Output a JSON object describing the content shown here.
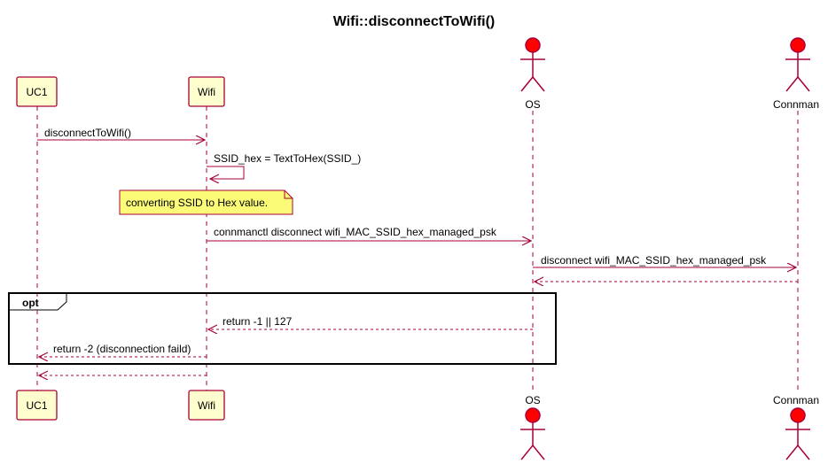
{
  "diagram": {
    "title": "Wifi::disconnectToWifi()",
    "participants": [
      {
        "id": "uc1",
        "name": "UC1",
        "kind": "box"
      },
      {
        "id": "wifi",
        "name": "Wifi",
        "kind": "box"
      },
      {
        "id": "os",
        "name": "OS",
        "kind": "actor"
      },
      {
        "id": "connman",
        "name": "Connman",
        "kind": "actor"
      }
    ],
    "messages": [
      {
        "from": "uc1",
        "to": "wifi",
        "label": "disconnectToWifi()",
        "style": "solid"
      },
      {
        "from": "wifi",
        "to": "wifi",
        "label": "SSID_hex = TextToHex(SSID_)",
        "style": "solid"
      },
      {
        "from": "wifi",
        "to": "os",
        "label": "connmanctl disconnect wifi_MAC_SSID_hex_managed_psk",
        "style": "solid"
      },
      {
        "from": "os",
        "to": "connman",
        "label": "disconnect wifi_MAC_SSID_hex_managed_psk",
        "style": "solid"
      },
      {
        "from": "connman",
        "to": "os",
        "label": "",
        "style": "dashed"
      },
      {
        "from": "os",
        "to": "wifi",
        "label": "return -1 || 127",
        "style": "dashed"
      },
      {
        "from": "wifi",
        "to": "uc1",
        "label": "return -2 (disconnection faild)",
        "style": "dashed"
      },
      {
        "from": "wifi",
        "to": "uc1",
        "label": "",
        "style": "dashed"
      }
    ],
    "note": {
      "text": "converting SSID to Hex value."
    },
    "fragment": {
      "label": "opt"
    },
    "colors": {
      "participant_fill": "#FEFECE",
      "participant_border": "#A80036",
      "actor_fill": "#FF0000",
      "note_fill": "#FBFB77",
      "line": "#A80036",
      "fragment_border": "#000000"
    }
  }
}
